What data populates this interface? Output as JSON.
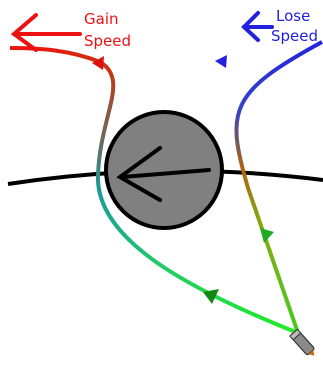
{
  "labels": {
    "gain_line1": "Gain",
    "gain_line2": "Speed",
    "lose_line1": "Lose",
    "lose_line2": "Speed"
  },
  "colors": {
    "gain": "#ee1111",
    "lose": "#2222dd",
    "planet_fill": "#808080",
    "planet_orbit": "#000000",
    "trajectory_start": "#22ee22",
    "trajectory_mid": "#1a9a9a",
    "trajectory_end": "#dd1111",
    "probe": "#8a8a8a"
  },
  "icons": {
    "gain_arrow": "arrow-left-icon",
    "lose_arrow": "arrow-left-icon",
    "planet_motion": "arrow-left-icon",
    "probe": "spacecraft-icon"
  }
}
